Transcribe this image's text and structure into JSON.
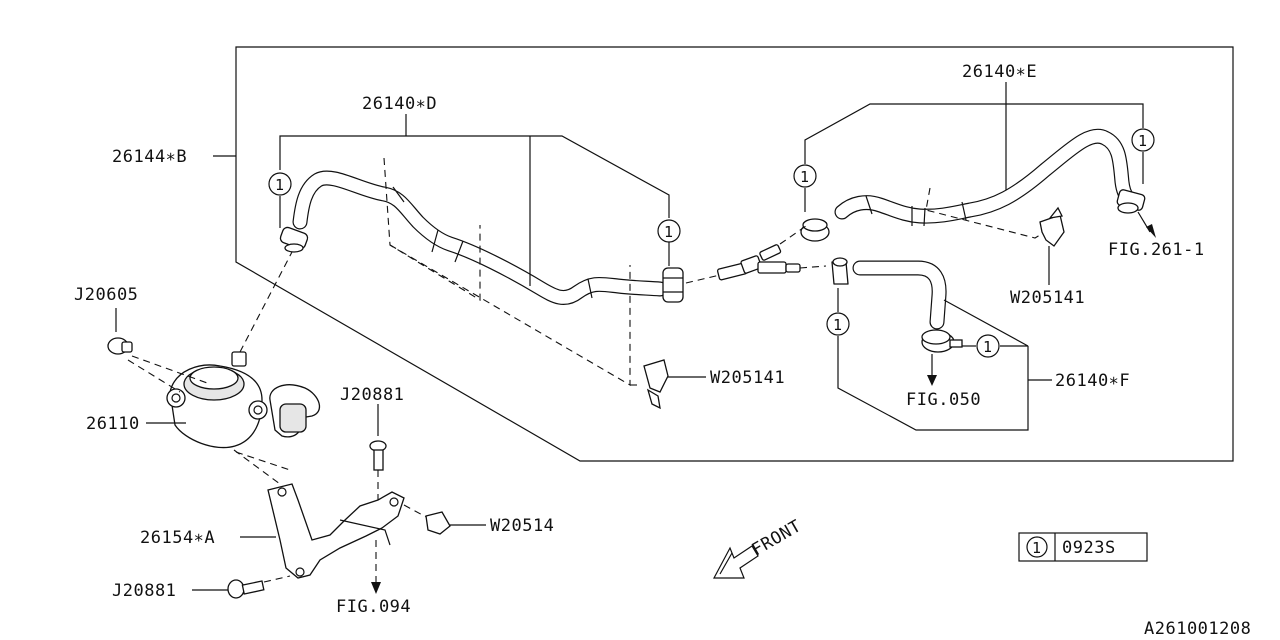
{
  "labels": {
    "p26144b": "26144∗B",
    "p26140d": "26140∗D",
    "p26140e": "26140∗E",
    "p26140f": "26140∗F",
    "p26110": "26110",
    "p26154a": "26154∗A",
    "j20605": "J20605",
    "j20881_top": "J20881",
    "j20881_bottom": "J20881",
    "w205141_center": "W205141",
    "w205141_right": "W205141",
    "w20514": "W20514",
    "fig261": "FIG.261-1",
    "fig050": "FIG.050",
    "fig094": "FIG.094",
    "front": "FRONT",
    "diagram_id": "A261001208"
  },
  "callout_marker": "1",
  "legend": {
    "marker": "1",
    "code": "0923S"
  }
}
